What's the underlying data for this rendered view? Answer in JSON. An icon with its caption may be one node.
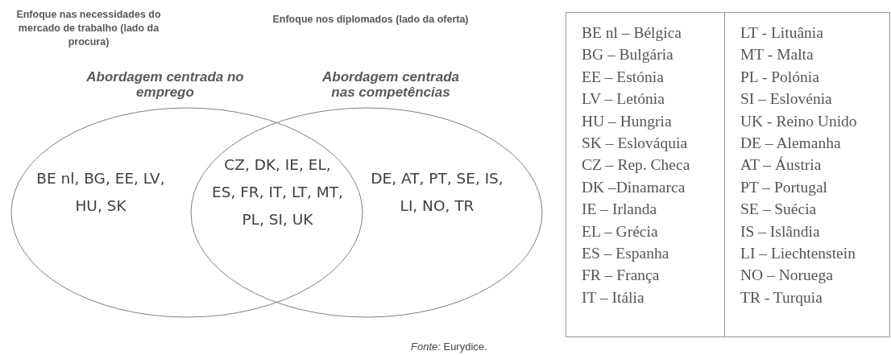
{
  "diagram": {
    "caption": "*Fonte:* Eurydice.",
    "nodes": [
      {
        "text": [
          "Abordagem centrada no emprego",
          "BE nl, BG, EE, LV, HU, SK"
        ]
      },
      {
        "text": [
          "Abordagem centrada nas competências",
          "DE, AT, PT, SE, IS, LI, NO, TR"
        ]
      }
    ],
    "edges": [],
    "labels": [
      "Enfoque nas necessidades do mercado de trabalho (lado da procura)",
      "Enfoque nos diplomados (lado da oferta)",
      "CZ, DK, IE, EL, ES, FR, IT, LT, MT, PL, SI, UK",
      "BE nl – Bélgica",
      "LT - Lituânia",
      "BG – Bulgária",
      "MT - Malta",
      "EE – Estónia",
      "PL - Polónia",
      "LV – Letónia",
      "SI – Eslovénia",
      "HU – Hungria",
      "UK - Reino Unido",
      "SK – Eslováquia",
      "DE – Alemanha",
      "CZ – Rep. Checa",
      "AT – Áustria",
      "DK –Dinamarca",
      "PT – Portugal",
      "IE – Irlanda",
      "SE – Suécia",
      "EL – Grécia",
      "IS – Islândia",
      "ES – Espanha",
      "LI – Liechtenstein",
      "FR – França",
      "NO – Noruega",
      "IT – Itália",
      "TR - Turquia"
    ]
  }
}
